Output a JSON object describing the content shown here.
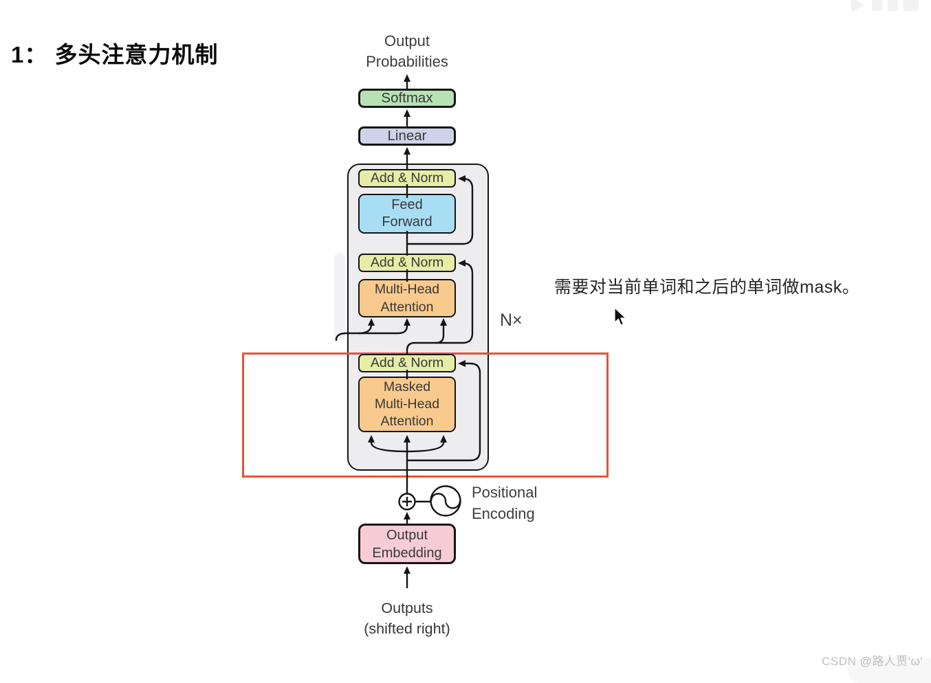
{
  "colors": {
    "softmax": "#b7e3b4",
    "linear": "#ced3ea",
    "add_norm": "#e6eda6",
    "feed_forward": "#a8def4",
    "attention": "#f8ca8e",
    "embedding": "#f8ccd7",
    "container": "#ededef",
    "highlight": "#e8513c",
    "line": "#141414",
    "label": "#3d3d3d",
    "watermark": "#c0c0c0"
  },
  "slide": {
    "title": "1： 多头注意力机制",
    "annotation": "需要对当前单词和之后的单词做mask。"
  },
  "diagram": {
    "output_probabilities": {
      "line1": "Output",
      "line2": "Probabilities"
    },
    "softmax": "Softmax",
    "linear": "Linear",
    "add_norm_top": "Add & Norm",
    "feed_forward": {
      "line1": "Feed",
      "line2": "Forward"
    },
    "add_norm_mid": "Add & Norm",
    "multi_head_attention": {
      "line1": "Multi-Head",
      "line2": "Attention"
    },
    "add_norm_bottom": "Add & Norm",
    "masked_multi_head_attention": {
      "line1": "Masked",
      "line2": "Multi-Head",
      "line3": "Attention"
    },
    "n_times": "N×",
    "positional_encoding": {
      "line1": "Positional",
      "line2": "Encoding"
    },
    "output_embedding": {
      "line1": "Output",
      "line2": "Embedding"
    },
    "outputs": {
      "line1": "Outputs",
      "line2": "(shifted right)"
    }
  },
  "watermark": {
    "bottom_right": "CSDN @路人贾'ω'"
  }
}
